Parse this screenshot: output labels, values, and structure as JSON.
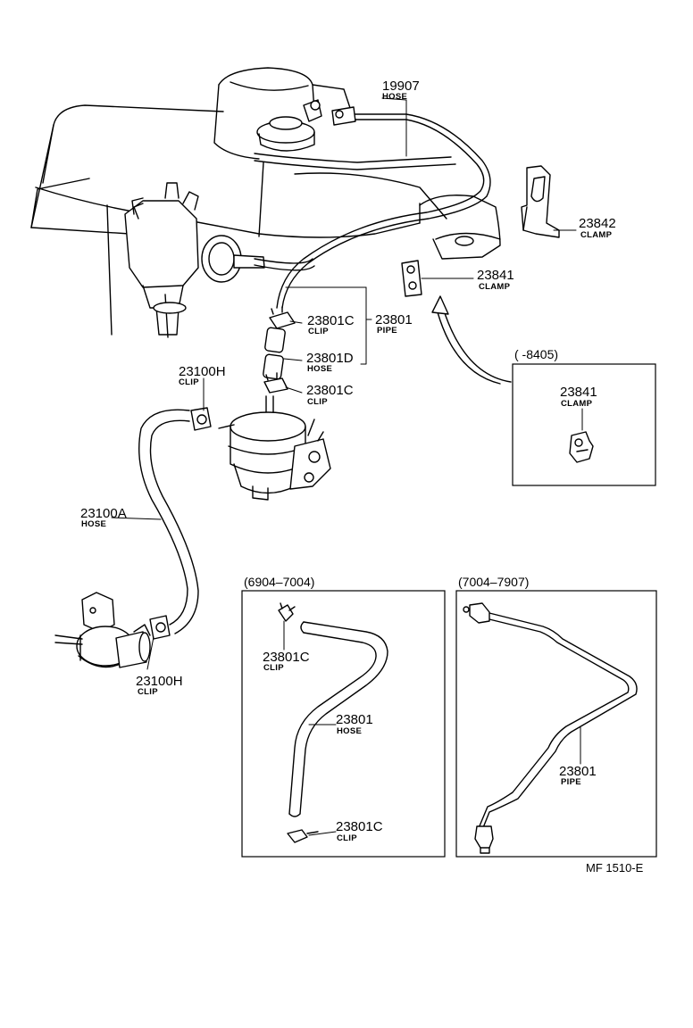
{
  "callouts": {
    "c19907": {
      "part": "19907",
      "name": "HOSE"
    },
    "c23842": {
      "part": "23842",
      "name": "CLAMP"
    },
    "c23841": {
      "part": "23841",
      "name": "CLAMP"
    },
    "c23801c_a": {
      "part": "23801C",
      "name": "CLIP"
    },
    "c23801_pipe": {
      "part": "23801",
      "name": "PIPE"
    },
    "c23801d": {
      "part": "23801D",
      "name": "HOSE"
    },
    "c23801c_b": {
      "part": "23801C",
      "name": "CLIP"
    },
    "c23100h_a": {
      "part": "23100H",
      "name": "CLIP"
    },
    "c23100a": {
      "part": "23100A",
      "name": "HOSE"
    },
    "c23100h_b": {
      "part": "23100H",
      "name": "CLIP"
    }
  },
  "inset_8405": {
    "range": "(        -8405)",
    "callout": {
      "part": "23841",
      "name": "CLAMP"
    }
  },
  "inset_6904": {
    "range": "(6904–7004)",
    "clip_top": {
      "part": "23801C",
      "name": "CLIP"
    },
    "hose": {
      "part": "23801",
      "name": "HOSE"
    },
    "clip_bottom": {
      "part": "23801C",
      "name": "CLIP"
    }
  },
  "inset_7004": {
    "range": "(7004–7907)",
    "pipe": {
      "part": "23801",
      "name": "PIPE"
    }
  },
  "reference": "MF 1510-E"
}
